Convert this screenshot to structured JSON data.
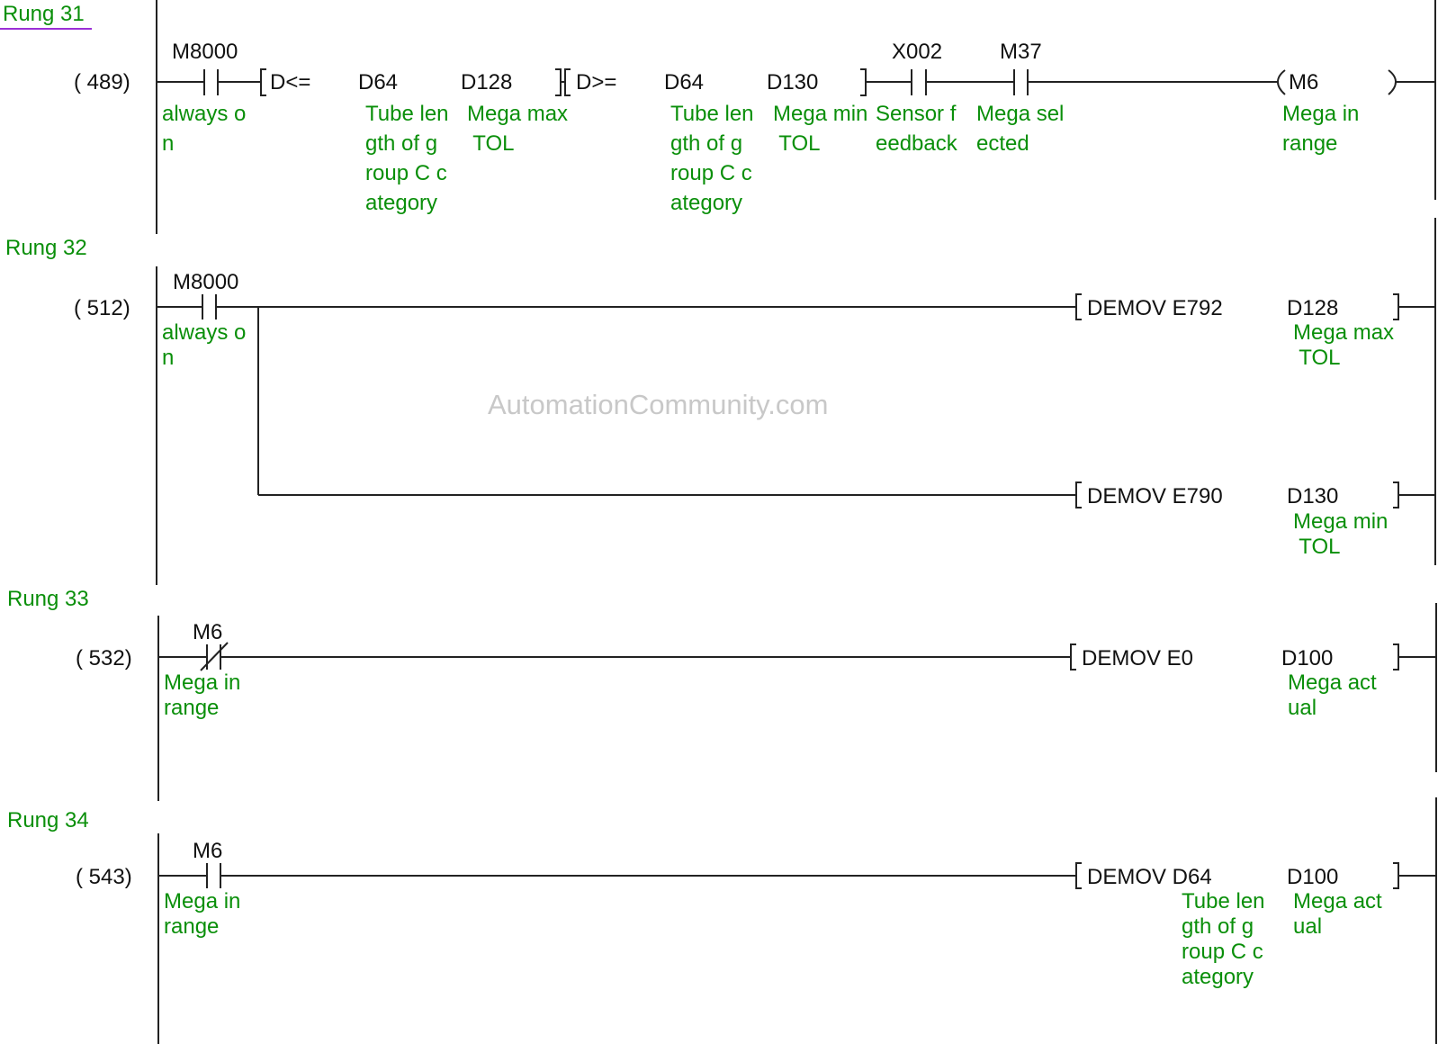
{
  "watermark": "AutomationCommunity.com",
  "colors": {
    "comment": "#0a8f0a",
    "wire": "#222222",
    "rung_selected_underline": "#9b2fd6",
    "watermark": "#c8c8c8"
  },
  "rungs": [
    {
      "label": "Rung 31",
      "step": "(   489)",
      "elements": {
        "contact_m8000": {
          "device": "M8000",
          "comment": "always o\nn",
          "type": "normally-open"
        },
        "cmp1": {
          "op": "D<=",
          "src1": "D64",
          "src1_comment": "Tube len\ngth of g\nroup C c\nategory",
          "src2": "D128",
          "src2_comment": "Mega max\n TOL"
        },
        "cmp2": {
          "op": "D>=",
          "src1": "D64",
          "src1_comment": "Tube len\ngth of g\nroup C c\nategory",
          "src2": "D130",
          "src2_comment": "Mega min\n TOL"
        },
        "contact_x002": {
          "device": "X002",
          "comment": "Sensor f\needback",
          "type": "normally-open"
        },
        "contact_m37": {
          "device": "M37",
          "comment": "Mega sel\nected",
          "type": "normally-open"
        },
        "coil_m6": {
          "device": "M6",
          "comment": "Mega in\nrange"
        }
      }
    },
    {
      "label": "Rung 32",
      "step": "(   512)",
      "elements": {
        "contact_m8000": {
          "device": "M8000",
          "comment": "always o\nn",
          "type": "normally-open"
        },
        "instr1": {
          "mnemonic": "DEMOV E792",
          "dest": "D128",
          "dest_comment": "Mega max\n TOL"
        },
        "instr2": {
          "mnemonic": "DEMOV E790",
          "dest": "D130",
          "dest_comment": "Mega min\n TOL"
        }
      }
    },
    {
      "label": "Rung 33",
      "step": "(   532)",
      "elements": {
        "contact_m6": {
          "device": "M6",
          "comment": "Mega in\nrange",
          "type": "normally-closed"
        },
        "instr1": {
          "mnemonic": "DEMOV E0",
          "dest": "D100",
          "dest_comment": "Mega act\nual"
        }
      }
    },
    {
      "label": "Rung 34",
      "step": "(   543)",
      "elements": {
        "contact_m6": {
          "device": "M6",
          "comment": "Mega in\nrange",
          "type": "normally-open"
        },
        "instr1": {
          "mnemonic": "DEMOV D64",
          "src_comment": "Tube len\ngth of g\nroup C c\nategory",
          "dest": "D100",
          "dest_comment": "Mega act\nual"
        }
      }
    }
  ]
}
